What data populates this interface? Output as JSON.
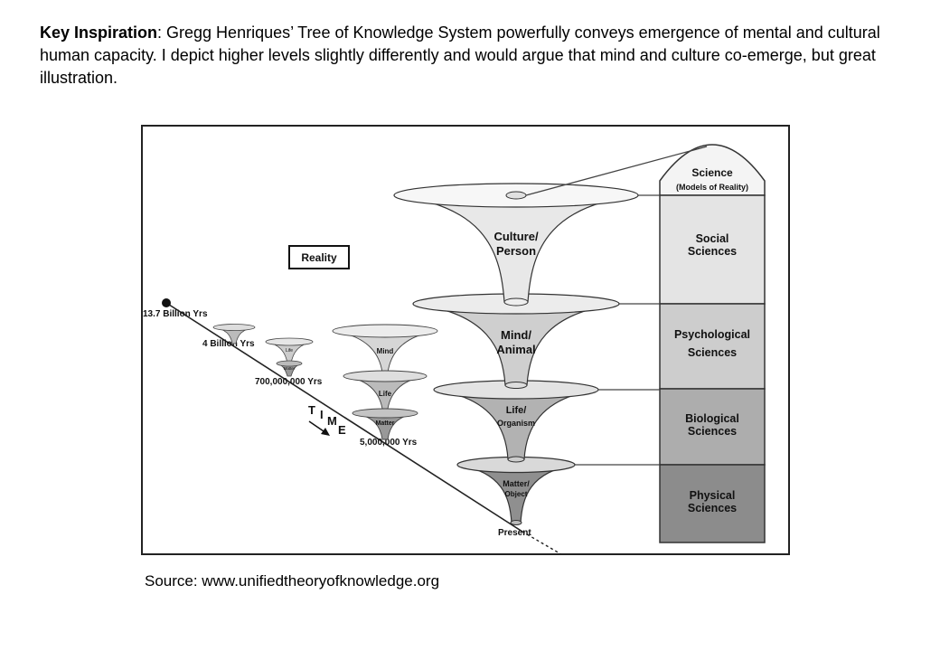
{
  "caption": {
    "bold": "Key Inspiration",
    "text": ": Gregg Henriques’ Tree of Knowledge System powerfully conveys emergence of mental and cultural human capacity. I depict higher levels slightly differently and would argue that mind and culture co-emerge, but great illustration."
  },
  "figure": {
    "reality_label": "Reality",
    "time_letters": [
      "T",
      "I",
      "M",
      "E"
    ],
    "timeline": {
      "t1": "13.7 Billion Yrs",
      "t2": "4 Billion Yrs",
      "t3": "700,000,000 Yrs",
      "t4": "5,000,000 Yrs",
      "present": "Present"
    },
    "small_cones": {
      "life": "Life",
      "matter": "Matter",
      "mid_mind": "Mind",
      "mid_life": "Life",
      "mid_matter": "Matter"
    },
    "cones": {
      "culture": [
        "Culture/",
        "Person"
      ],
      "mind": [
        "Mind/",
        "Animal"
      ],
      "life": [
        "Life/",
        "Organism"
      ],
      "matter": [
        "Matter/",
        "Object"
      ]
    },
    "sciences": {
      "science": [
        "Science",
        "(Models of Reality)"
      ],
      "social": [
        "Social",
        "Sciences"
      ],
      "psych": [
        "Psychological",
        "Sciences"
      ],
      "bio": [
        "Biological",
        "Sciences"
      ],
      "phys": [
        "Physical",
        "Sciences"
      ]
    },
    "colors": {
      "culture": "#e8e8e8",
      "mind": "#cfcfcf",
      "life": "#b2b2b2",
      "matter": "#8f8f8f",
      "social": "#e4e4e4",
      "psych": "#cdcdcd",
      "bio": "#adadad",
      "phys": "#8c8c8c"
    }
  },
  "source": "Source: www.unifiedtheoryofknowledge.org"
}
